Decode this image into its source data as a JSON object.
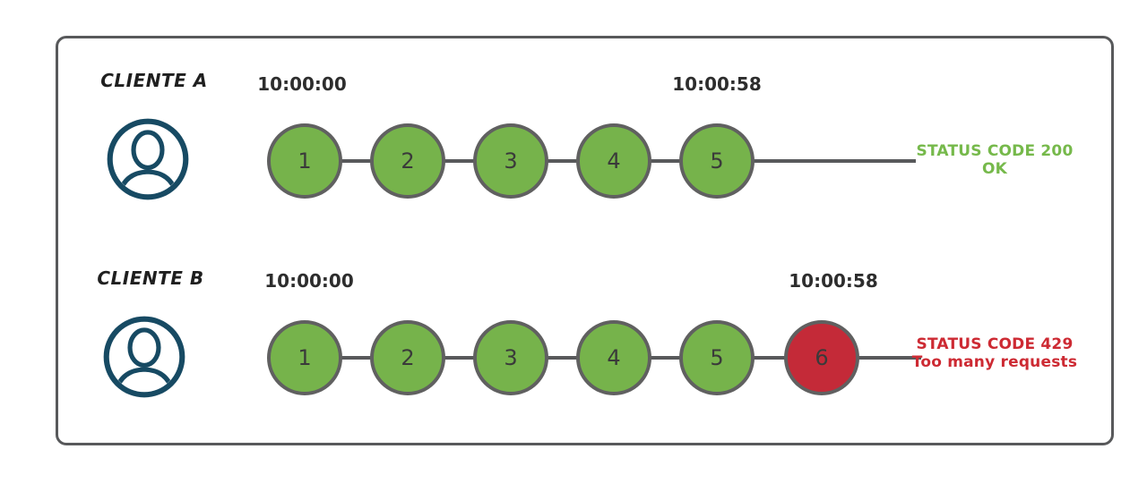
{
  "diagram": {
    "rows": [
      {
        "client_label": "CLIENTE A",
        "avatar_icon": "user-avatar-icon",
        "start_time": "10:00:00",
        "end_time": "10:00:58",
        "steps": [
          {
            "label": "1",
            "state": "ok"
          },
          {
            "label": "2",
            "state": "ok"
          },
          {
            "label": "3",
            "state": "ok"
          },
          {
            "label": "4",
            "state": "ok"
          },
          {
            "label": "5",
            "state": "ok"
          }
        ],
        "status": {
          "line1": "STATUS CODE 200",
          "line2": "OK",
          "tone": "ok"
        }
      },
      {
        "client_label": "CLIENTE B",
        "avatar_icon": "user-avatar-icon",
        "start_time": "10:00:00",
        "end_time": "10:00:58",
        "steps": [
          {
            "label": "1",
            "state": "ok"
          },
          {
            "label": "2",
            "state": "ok"
          },
          {
            "label": "3",
            "state": "ok"
          },
          {
            "label": "4",
            "state": "ok"
          },
          {
            "label": "5",
            "state": "ok"
          },
          {
            "label": "6",
            "state": "error"
          }
        ],
        "status": {
          "line1": "STATUS CODE 429",
          "line2": "Too many requests",
          "tone": "error"
        }
      }
    ],
    "colors": {
      "ok": "#76b34b",
      "error": "#c42a38",
      "ok_text": "#76b94b",
      "error_text": "#cd2a33",
      "circle_border": "#606060",
      "line": "#58595b",
      "box_border": "#58595b",
      "avatar": "#174a63",
      "timestamp_text": "#2d2d2d",
      "label_text": "#1f1f1f",
      "number_text": "#3a3a3a"
    }
  }
}
